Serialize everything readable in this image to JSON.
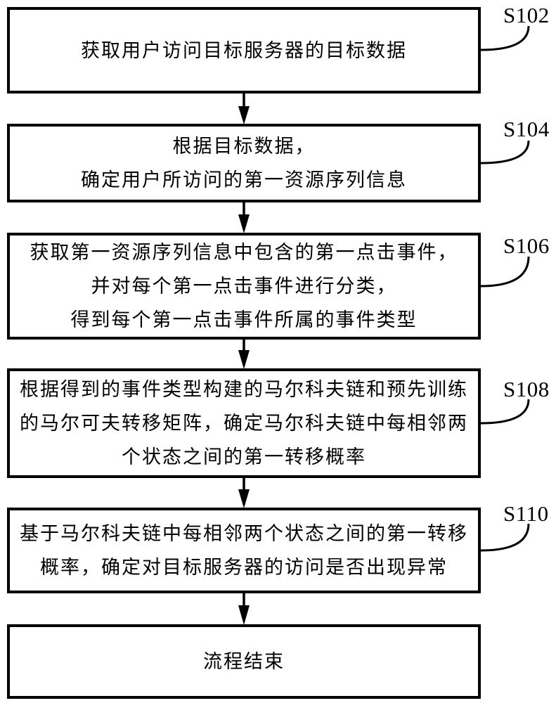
{
  "figure": {
    "type": "flowchart",
    "colors": {
      "stroke": "#000000",
      "background": "#ffffff",
      "text": "#000000"
    },
    "steps": [
      {
        "id": "S102",
        "text": "获取用户访问目标服务器的目标数据"
      },
      {
        "id": "S104",
        "text": "根据目标数据，\n确定用户所访问的第一资源序列信息"
      },
      {
        "id": "S106",
        "text": "获取第一资源序列信息中包含的第一点击事件，\n并对每个第一点击事件进行分类，\n得到每个第一点击事件所属的事件类型"
      },
      {
        "id": "S108",
        "text": "根据得到的事件类型构建的马尔科夫链和预先训练\n的马尔可夫转移矩阵，确定马尔科夫链中每相邻两\n个状态之间的第一转移概率"
      },
      {
        "id": "S110",
        "text": "基于马尔科夫链中每相邻两个状态之间的第一转移\n概率，确定对目标服务器的访问是否出现异常"
      },
      {
        "id": "",
        "text": "流程结束"
      }
    ]
  }
}
